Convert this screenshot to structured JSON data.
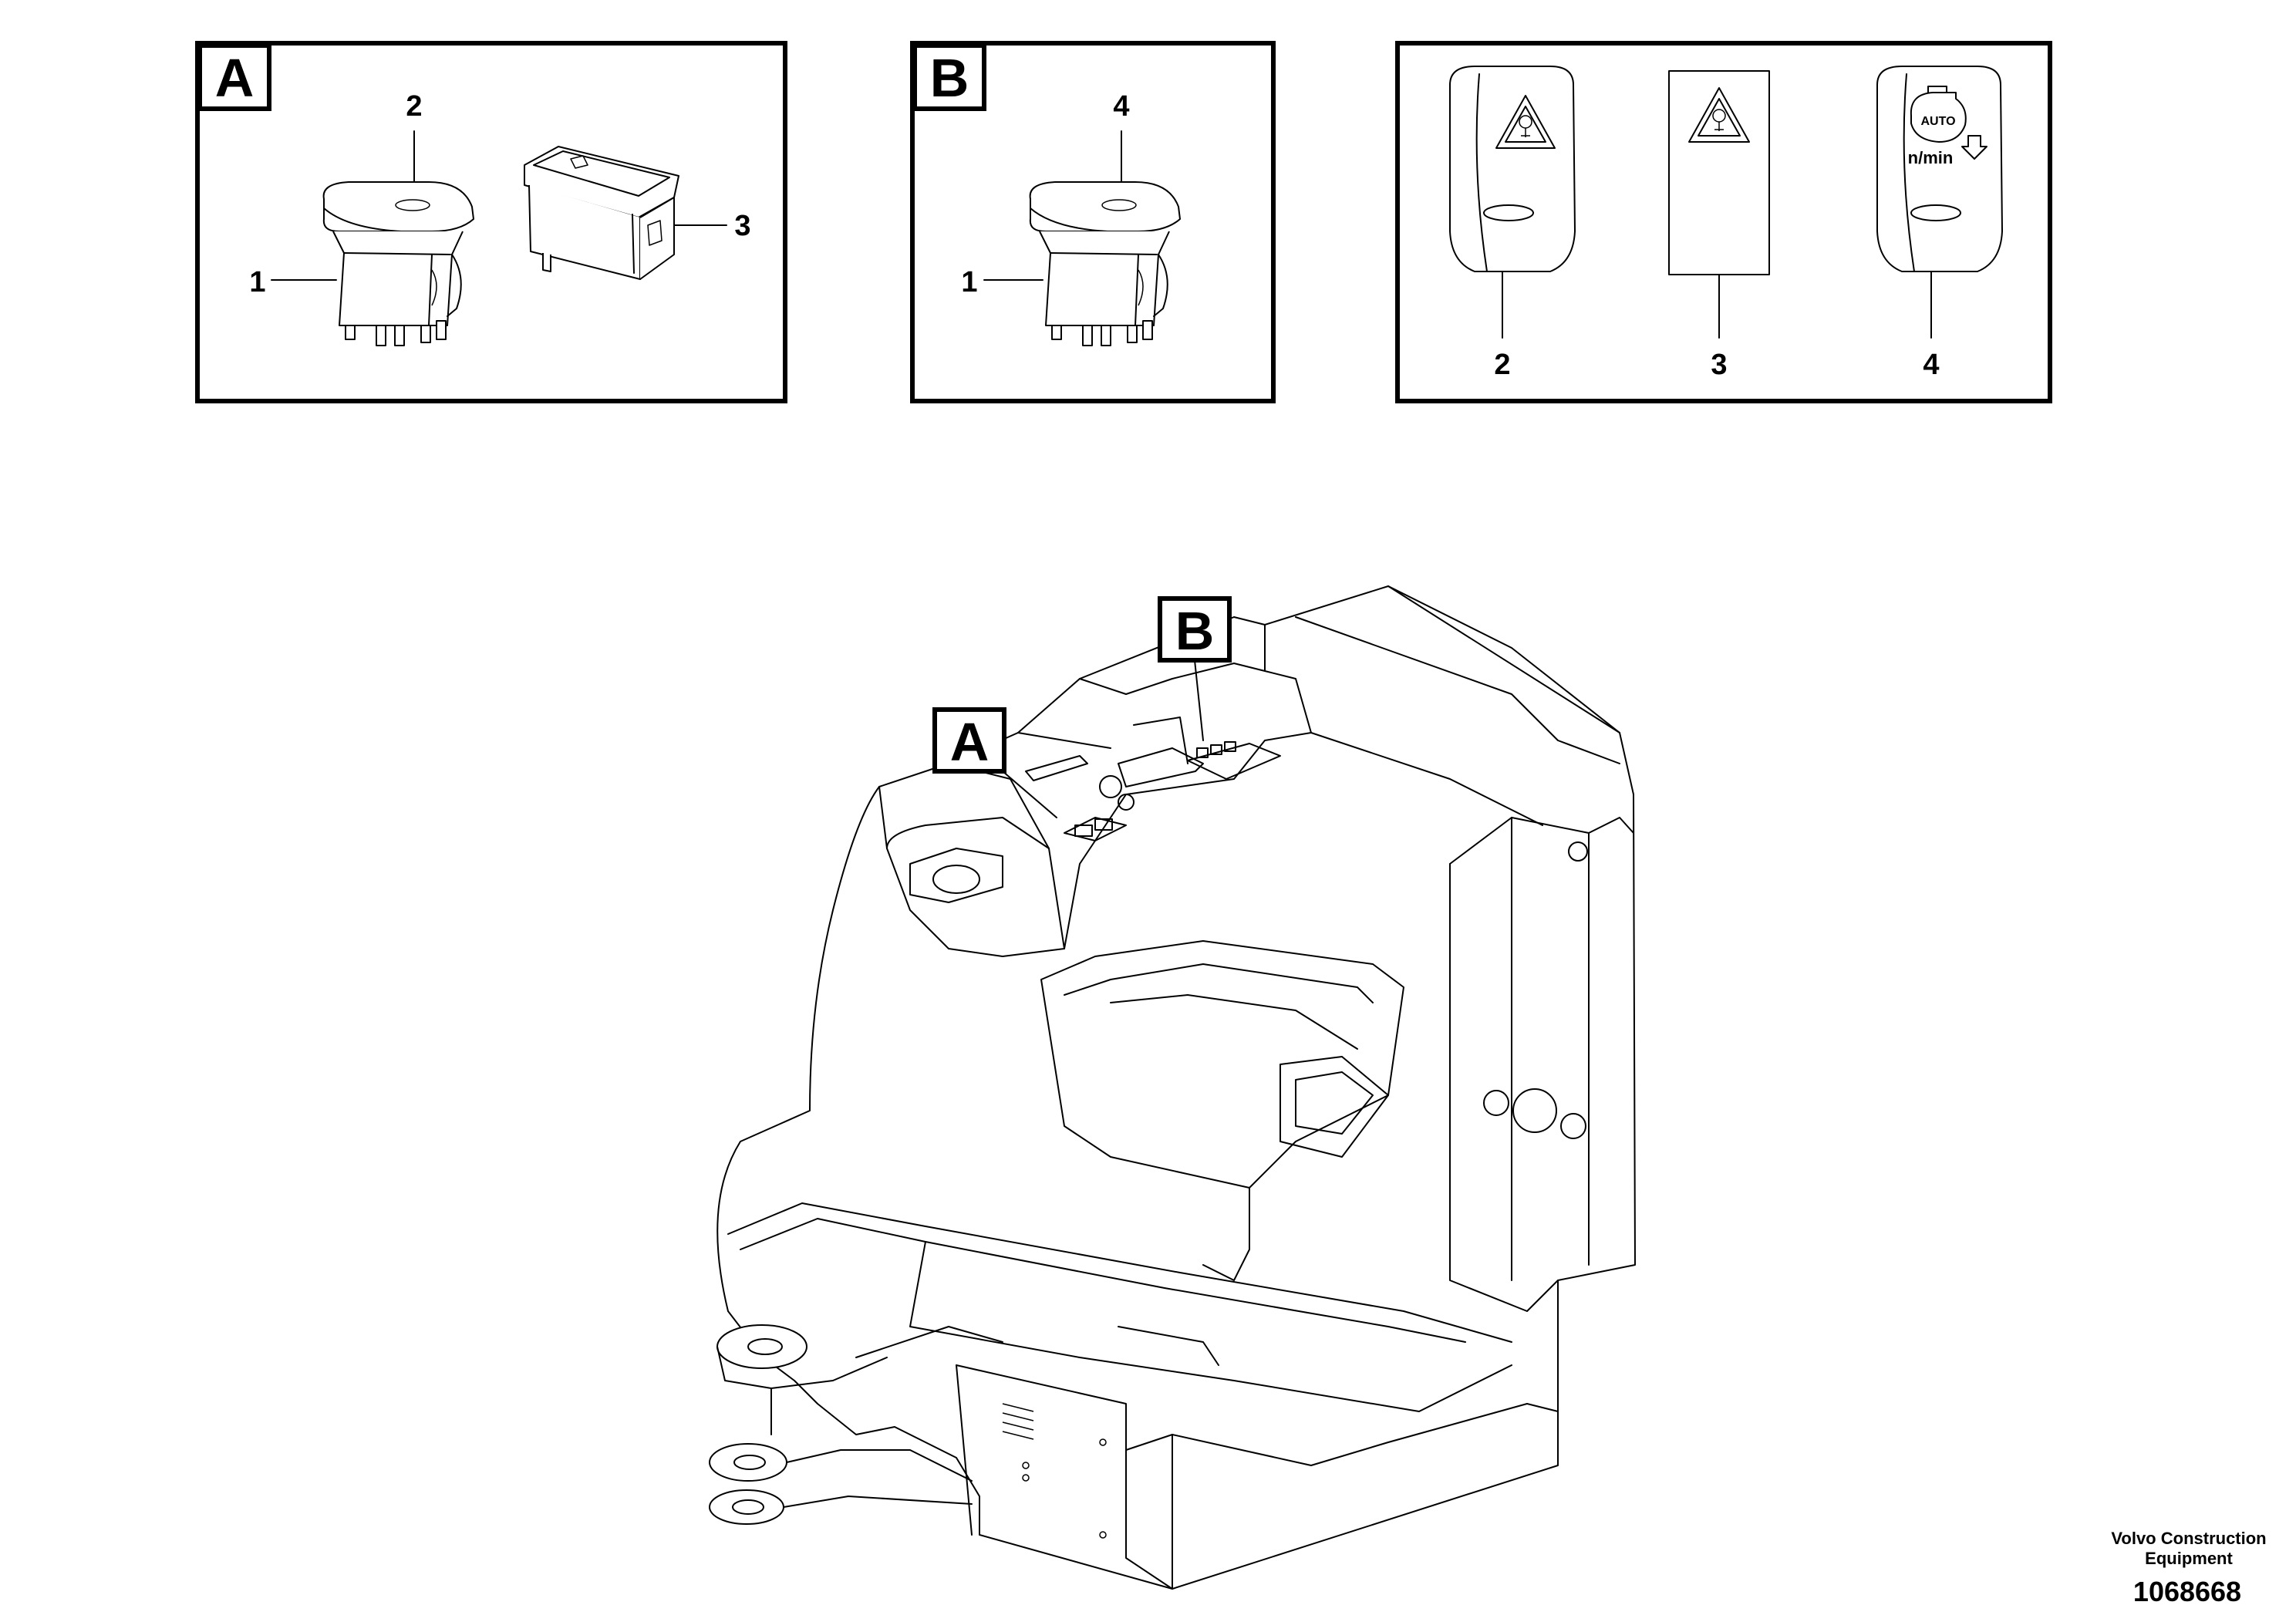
{
  "detail_a": {
    "letter": "A",
    "callouts": [
      "1",
      "2",
      "3"
    ]
  },
  "detail_b": {
    "letter": "B",
    "callouts": [
      "1",
      "4"
    ]
  },
  "symbols_panel": {
    "callouts": [
      "2",
      "3",
      "4"
    ],
    "symbol_4_text_auto": "AUTO",
    "symbol_4_text_rpm": "n/min"
  },
  "main_view": {
    "labels": [
      "A",
      "B"
    ]
  },
  "footer": {
    "company_line_1": "Volvo Construction",
    "company_line_2": "Equipment",
    "drawing_number": "1068668"
  }
}
